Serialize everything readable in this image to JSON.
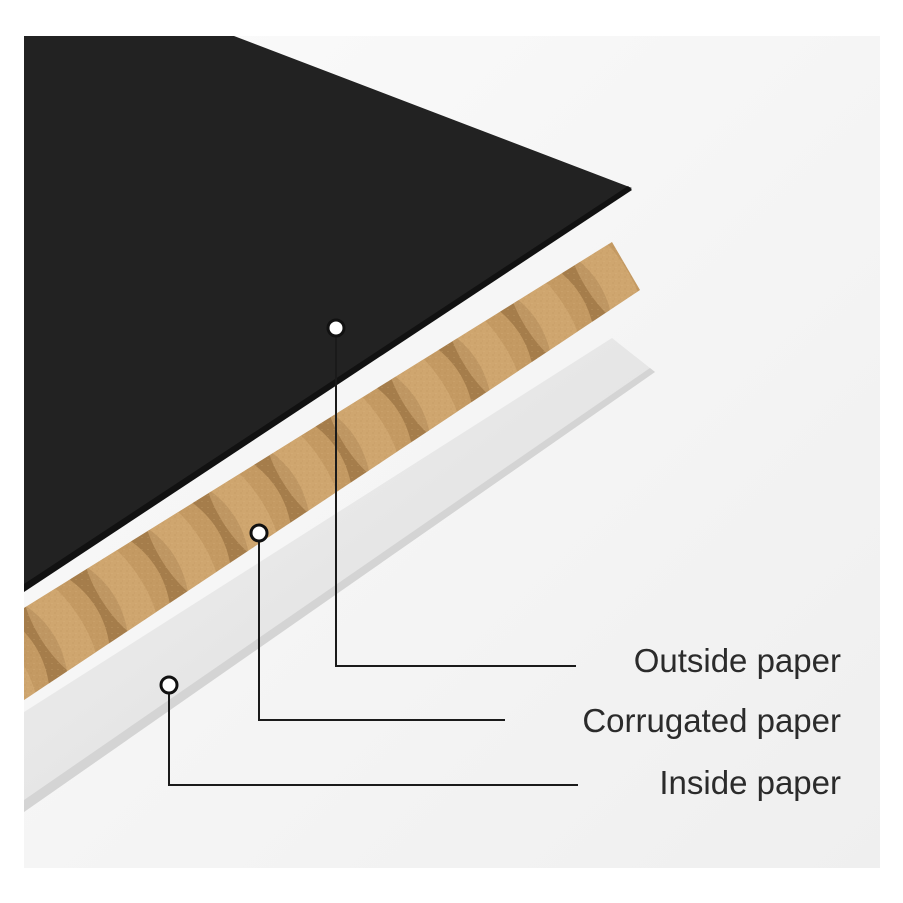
{
  "labels": {
    "outside": "Outside paper",
    "corrugated": "Corrugated paper",
    "inside": "Inside paper"
  },
  "colors": {
    "outside_sheet": "#222222",
    "fluting": "#c49a63",
    "fluting_shadow": "#8d6639",
    "fluting_highlight": "#d9b27c",
    "inside_sheet": "#eeeeee",
    "leader_line": "#1a1a1a"
  }
}
